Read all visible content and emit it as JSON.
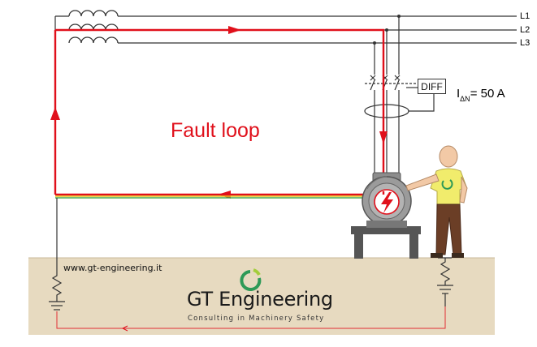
{
  "lines": {
    "l1": "L1",
    "l2": "L2",
    "l3": "L3"
  },
  "title": "Fault loop",
  "diff_label": "DIFF",
  "rated_current": {
    "symbol": "I",
    "subscript": "ΔN",
    "value": "= 50 A"
  },
  "website": "www.gt-engineering.it",
  "brand": {
    "name": "GT Engineering",
    "tagline": "Consulting in Machinery Safety"
  },
  "colors": {
    "fault": "#e0101b",
    "earth_green": "#4aa84a",
    "earth_yellow": "#e6c31c",
    "soil": "#e7dac0",
    "skin": "#f2c9a6",
    "shirt": "#f1ec6c",
    "trousers": "#6b3e26",
    "logo_green": "#2e9a57"
  }
}
